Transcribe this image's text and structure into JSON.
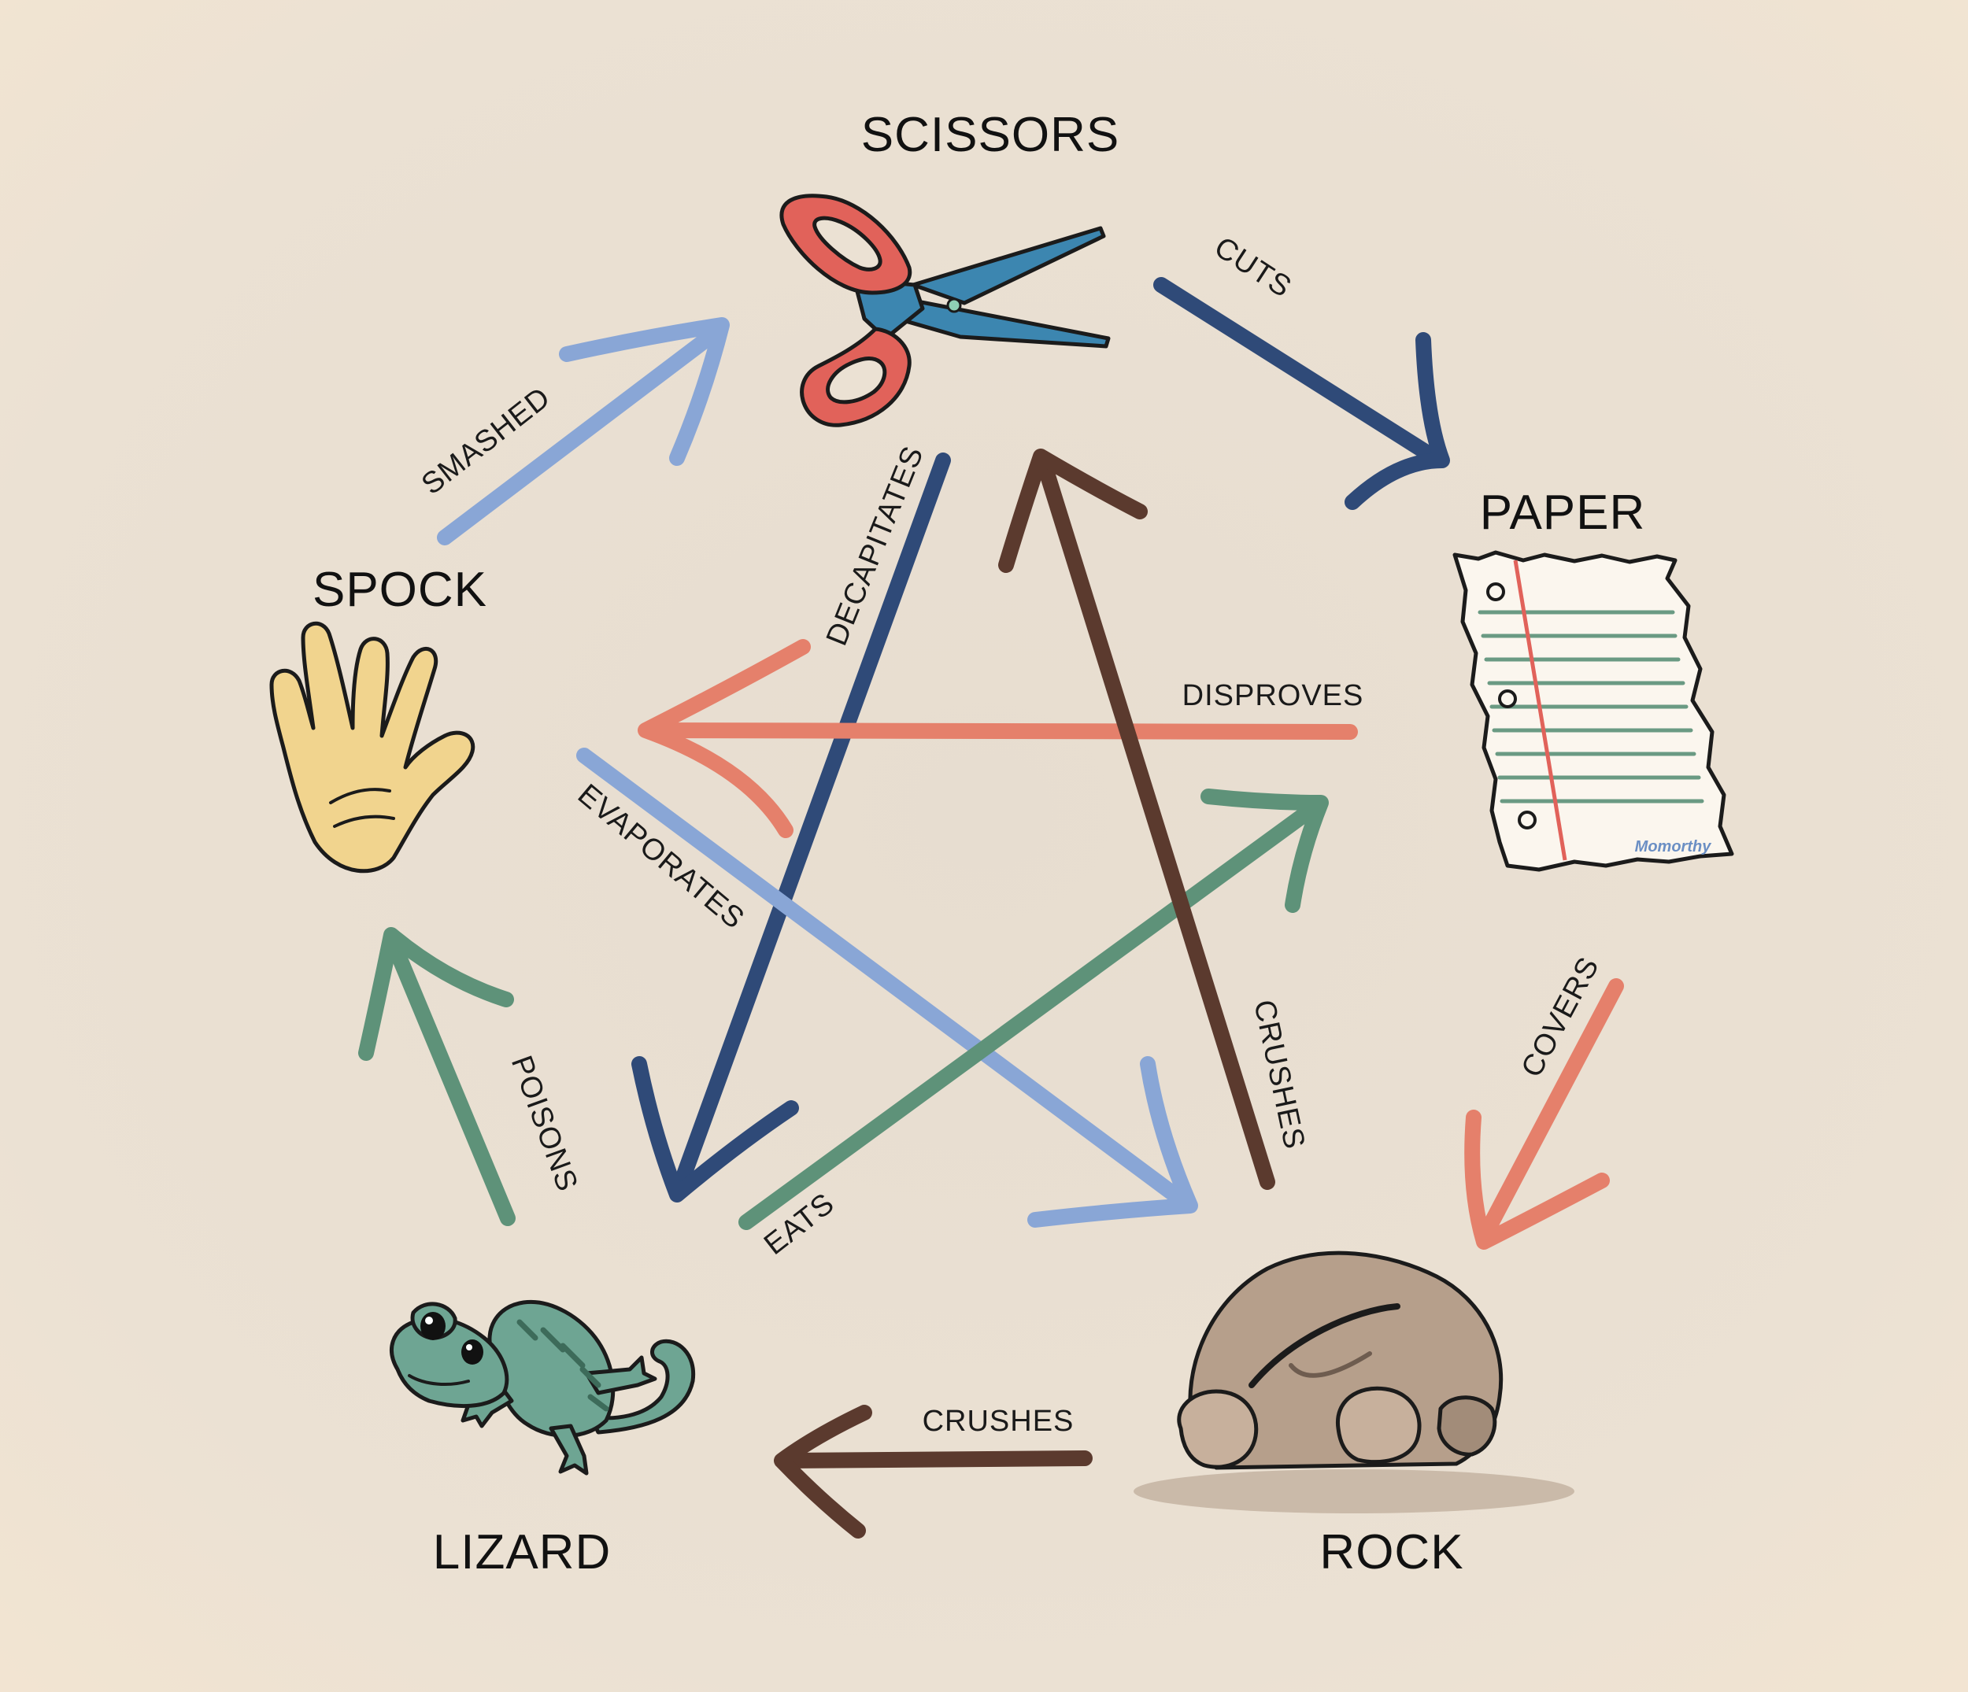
{
  "nodes": {
    "scissors": "SCISSORS",
    "paper": "PAPER",
    "rock": "ROCK",
    "lizard": "LIZARD",
    "spock": "SPOCK"
  },
  "edges": {
    "cuts": "CUTS",
    "covers": "COVERS",
    "crushes_lizard": "CRUSHES",
    "poisons": "POISONS",
    "smashed": "SMASHED",
    "decapitates": "DECAPITATES",
    "disproves": "DISPROVES",
    "evaporates": "EVAPORATES",
    "eats": "EATS",
    "crushes_scissors": "CRUSHES"
  },
  "paper_signature": "Momorthy",
  "colors": {
    "background": "#ebe1d3",
    "navy": "#2f4a78",
    "salmon": "#e5806b",
    "brown": "#5b3a2e",
    "green": "#5e9279",
    "light_blue": "#89a6d6",
    "scissor_handle": "#e1625a",
    "scissor_blade": "#3c86b0",
    "hand": "#f1d48e",
    "lizard": "#6ea593",
    "rock": "#b69f8b"
  },
  "icons": [
    "scissors-icon",
    "paper-icon",
    "rock-icon",
    "lizard-icon",
    "spock-hand-icon"
  ]
}
